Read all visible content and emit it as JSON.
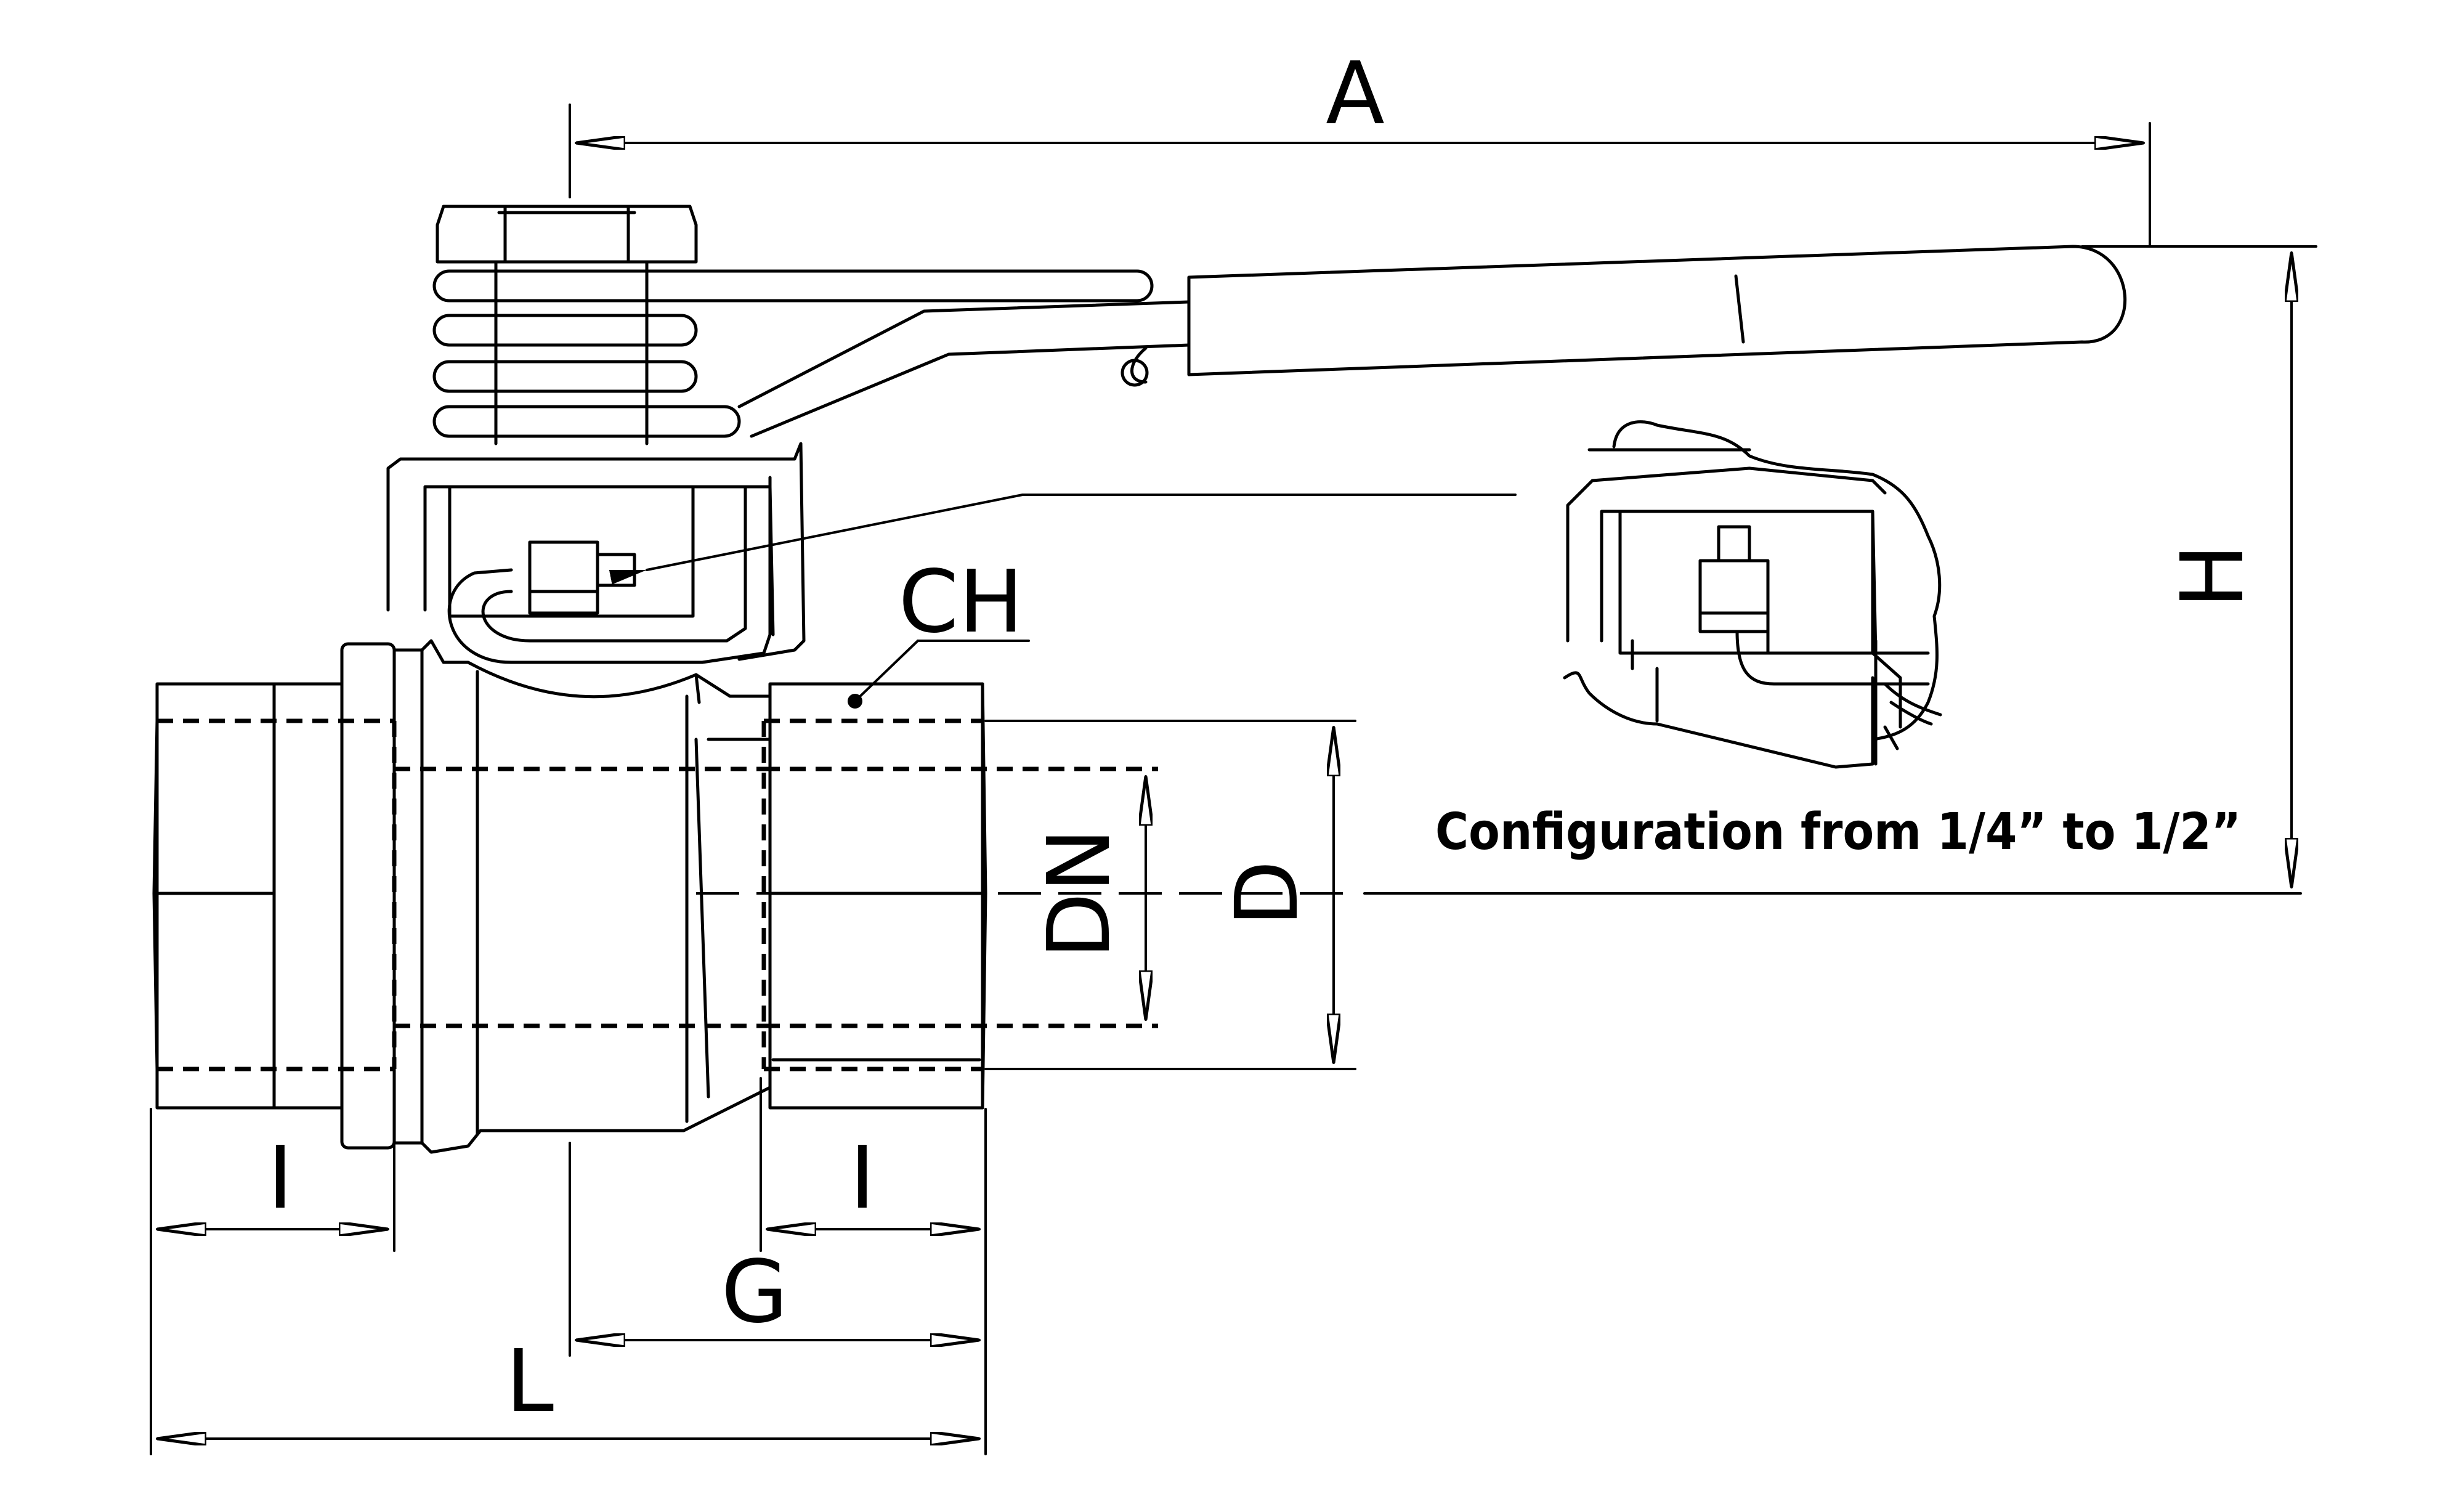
{
  "diagram": {
    "labels": {
      "A": "A",
      "H": "H",
      "CH": "CH",
      "DN": "DN",
      "D": "D",
      "I_left": "I",
      "I_right": "I",
      "G": "G",
      "L": "L",
      "handle_mark": "I"
    },
    "note": "Configuration from 1/4” to 1/2”"
  }
}
